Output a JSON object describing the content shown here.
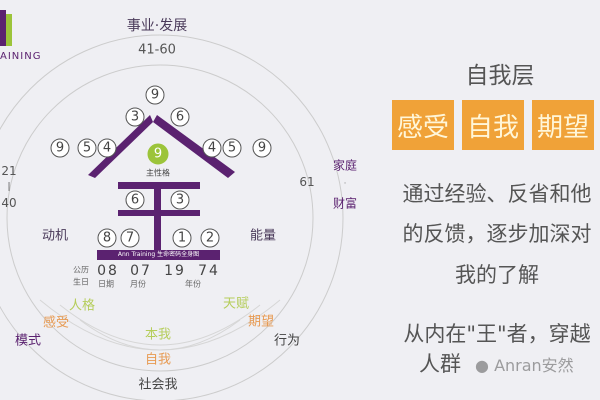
{
  "logo": {
    "text": "AINING"
  },
  "wheel": {
    "top_label": "事业·发展",
    "top_range": "41-60",
    "left_range": [
      "21",
      "|",
      "40"
    ],
    "right_range": "61",
    "right_labels": [
      "家庭",
      "·",
      "财富"
    ],
    "motive": "动机",
    "energy": "能量",
    "numbers": {
      "top": "9",
      "upper_left": "3",
      "upper_right": "6",
      "left_row": [
        "9",
        "5",
        "4"
      ],
      "right_row": [
        "4",
        "5",
        "9"
      ],
      "main": "9",
      "main_label": "主性格",
      "mid_left": "6",
      "mid_right": "3",
      "bottom": [
        "8",
        "7",
        "1",
        "2"
      ]
    },
    "banner": "Ann Training 生命密码全身图",
    "date": {
      "prefix": [
        "公历",
        "生日"
      ],
      "values": [
        "08",
        "07",
        "19",
        "74"
      ],
      "units": [
        "日期",
        "月份",
        "年份"
      ]
    },
    "arcs_left": [
      "人格",
      "感受",
      "模式"
    ],
    "arcs_right": [
      "天赋",
      "期望",
      "行为"
    ],
    "arcs_center": [
      "本我",
      "自我",
      "社会我"
    ],
    "colors": {
      "purple": "#5b2270",
      "green": "#9cc43a",
      "orange": "#e79a52"
    }
  },
  "panel": {
    "title": "自我层",
    "tags": [
      "感受",
      "自我",
      "期望"
    ],
    "lines": [
      "通过经验、反省和他",
      "的反馈，逐步加深对",
      "我的了解"
    ],
    "lines2": [
      "从内在\"王\"者，穿越",
      "人群"
    ]
  },
  "watermark": "Anran安然"
}
